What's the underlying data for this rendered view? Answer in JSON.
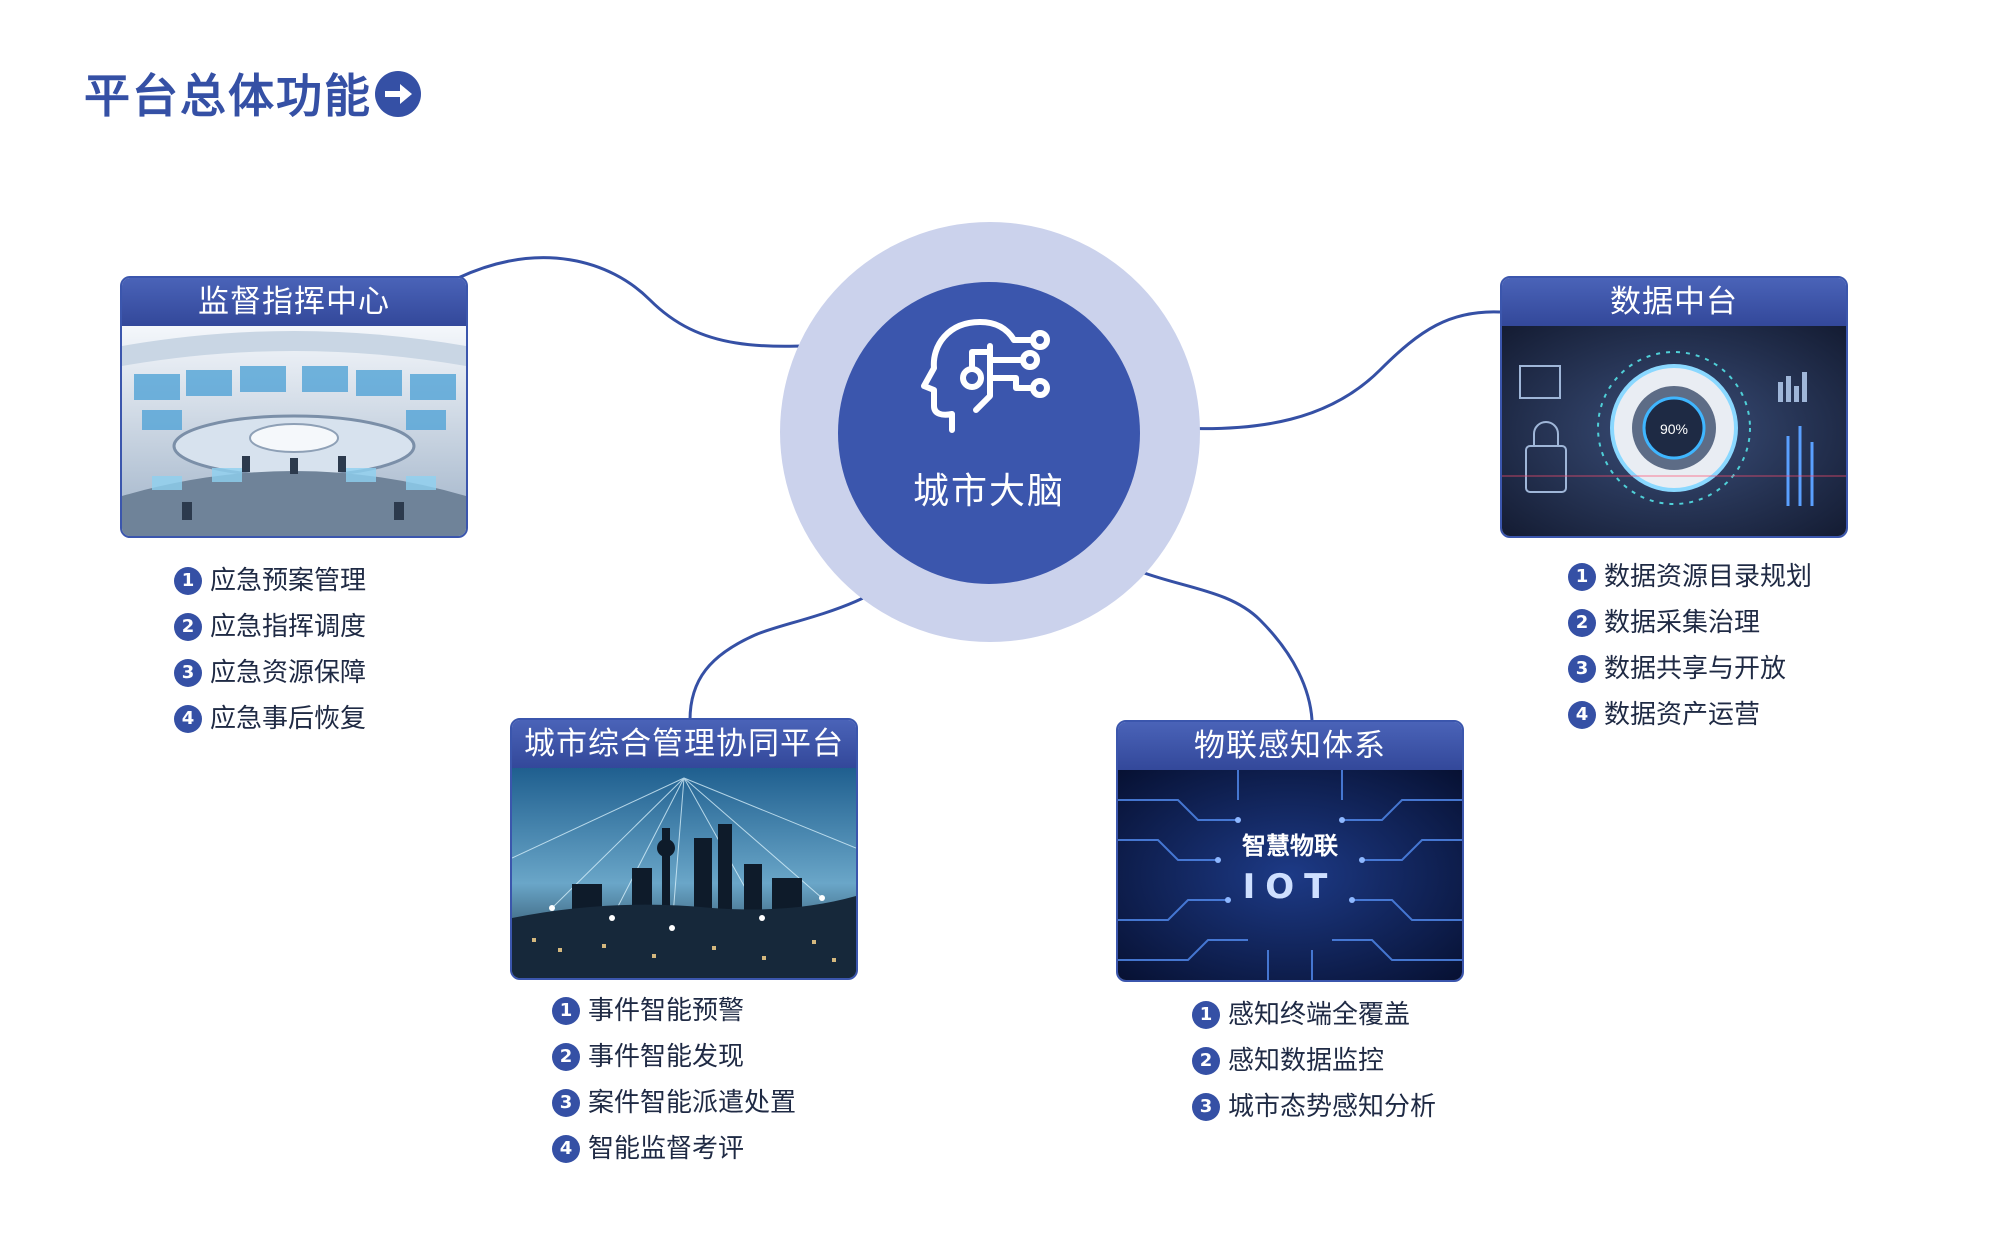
{
  "page": {
    "title": "平台总体功能",
    "accent_color": "#3b56ad",
    "title_icon": "arrow-right-circle-icon"
  },
  "hub": {
    "label": "城市大脑",
    "icon": "ai-brain-head-icon"
  },
  "modules": [
    {
      "id": "supervision",
      "title": "监督指挥中心",
      "image": "command-center-photo",
      "items": [
        "应急预案管理",
        "应急指挥调度",
        "应急资源保障",
        "应急事后恢复"
      ]
    },
    {
      "id": "data",
      "title": "数据中台",
      "image": "data-security-dashboard-image",
      "image_text": "90%",
      "items": [
        "数据资源目录规划",
        "数据采集治理",
        "数据共享与开放",
        "数据资产运营"
      ]
    },
    {
      "id": "city",
      "title": "城市综合管理协同平台",
      "image": "city-night-skyline-photo",
      "items": [
        "事件智能预警",
        "事件智能发现",
        "案件智能派遣处置",
        "智能监督考评"
      ]
    },
    {
      "id": "iot",
      "title": "物联感知体系",
      "image": "iot-circuit-board-image",
      "image_text": [
        "智慧物联",
        "IOT"
      ],
      "items": [
        "感知终端全覆盖",
        "感知数据监控",
        "城市态势感知分析"
      ]
    }
  ],
  "badges": [
    "1",
    "2",
    "3",
    "4"
  ]
}
